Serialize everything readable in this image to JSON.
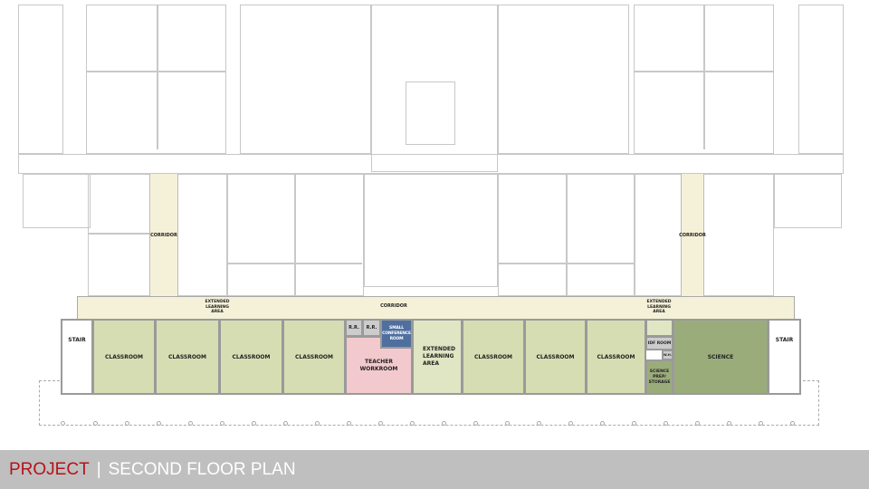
{
  "plan": {
    "corridor_label": "CORRIDOR",
    "extended_learning_small": "EXTENDED LEARNING AREA",
    "stair": "STAIR",
    "classroom": "CLASSROOM",
    "restroom": "R.R.",
    "small_conference": "SMALL CONFERENCE ROOM",
    "teacher_workroom": "TEACHER WORKROOM",
    "extended_learning": "EXTENDED LEARNING AREA",
    "idf_room": "IDF ROOM",
    "wh": "W.H.",
    "science_prep": "SCIENCE PREP/ STORAGE",
    "science": "SCIENCE"
  },
  "colors": {
    "classroom": "#d6ddb3",
    "corridor": "#f5f1d8",
    "teacher_workroom": "#f2c9cc",
    "conference": "#4f6f9f",
    "science": "#9bac7b",
    "accent": "#b5121b"
  },
  "footer": {
    "project": "PROJECT",
    "separator": "|",
    "title": "SECOND FLOOR PLAN"
  }
}
